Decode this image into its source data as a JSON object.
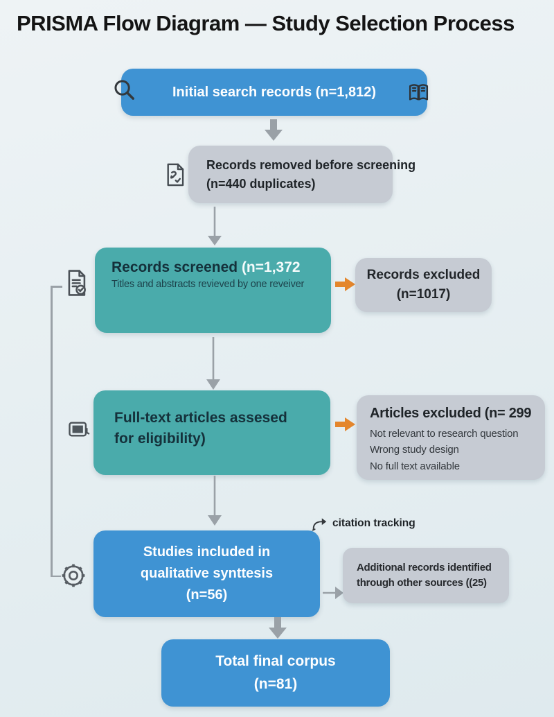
{
  "title": "PRISMA Flow Diagram — Study Selection Process",
  "colors": {
    "background": "#e7eff2",
    "blue_box": "#3f93d3",
    "teal_box": "#4aabab",
    "gray_box": "#c6cbd3",
    "orange_arrow": "#e4862c",
    "gray_arrow": "#9aa1a7",
    "dark_text": "#1b2b33",
    "white_text": "#fdfeff"
  },
  "icons": [
    "search-icon",
    "book-icon",
    "document-sync-icon",
    "document-check-icon",
    "video-camera-icon",
    "gear-icon",
    "citation-arrow-icon"
  ],
  "boxes": {
    "initial": {
      "label": "Initial search records (n=1,812)"
    },
    "removed": {
      "line1": "Records removed before screening",
      "line2": "(n=440 duplicates)"
    },
    "screened": {
      "title_dark": "Records screened ",
      "title_light": "(n=1,372",
      "subtitle": "Titles and abstracts revieved by one reveiver"
    },
    "records_excluded": {
      "line1": "Records excluded",
      "line2": "(n=1017)"
    },
    "fulltext": {
      "line1": "Full-text articles assesed",
      "line2": "for eligibility)"
    },
    "articles_excluded": {
      "title": "Articles excluded (n= 299",
      "reasons": [
        "Not relevant to research question",
        "Wrong study design",
        "No full text available"
      ]
    },
    "included": {
      "line1": "Studies included in",
      "line2": "qualitative synttesis",
      "line3": "(n=56)"
    },
    "additional": {
      "line1": "Additional records identified",
      "line2": "through other sources ((25)"
    },
    "total": {
      "line1": "Total final corpus",
      "line2": "(n=81)"
    }
  },
  "annotations": {
    "citation_tracking": "citation tracking"
  }
}
